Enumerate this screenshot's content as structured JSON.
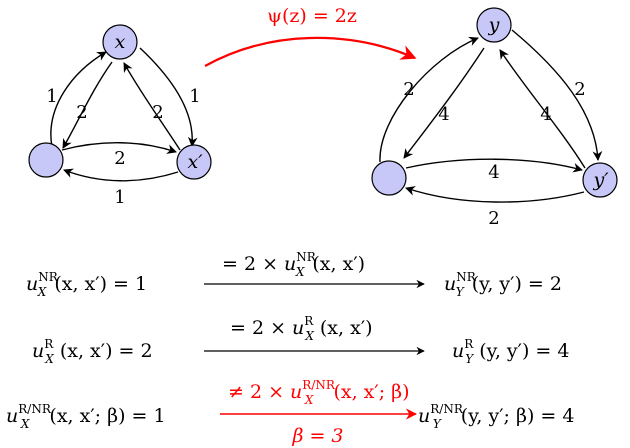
{
  "transform": {
    "label": "ψ(z) = 2z",
    "color": "#ff0000"
  },
  "graph_x": {
    "nodes": {
      "top": "x",
      "left": "",
      "right": "x′"
    },
    "edges": {
      "left_to_top": "1",
      "top_to_left": "2",
      "top_to_right": "1",
      "right_to_top": "2",
      "left_to_right": "2",
      "right_to_left": "1"
    }
  },
  "graph_y": {
    "nodes": {
      "top": "y",
      "left": "",
      "right": "y′"
    },
    "edges": {
      "left_to_top": "2",
      "top_to_left": "4",
      "top_to_right": "2",
      "right_to_top": "4",
      "left_to_right": "4",
      "right_to_left": "2"
    }
  },
  "colors": {
    "node_fill": "#c8c8f8",
    "red": "#ff0000",
    "ink": "#000000"
  },
  "equations": [
    {
      "lhs_sym": "u",
      "lhs_sup": "NR",
      "lhs_sub": "X",
      "lhs_args": "(x, x′) = 1",
      "arrow_top": "= 2 × ",
      "arrow_top_sym": "u",
      "arrow_top_sup": "NR",
      "arrow_top_sub": "X",
      "arrow_top_args": "(x, x′)",
      "arrow_bottom": "",
      "rhs_sym": "u",
      "rhs_sup": "NR",
      "rhs_sub": "Y",
      "rhs_args": "(y, y′) = 2"
    },
    {
      "lhs_sym": "u",
      "lhs_sup": "R",
      "lhs_sub": "X",
      "lhs_args": "(x, x′) = 2",
      "arrow_top": "= 2 × ",
      "arrow_top_sym": "u",
      "arrow_top_sup": "R",
      "arrow_top_sub": "X",
      "arrow_top_args": "(x, x′)",
      "arrow_bottom": "",
      "rhs_sym": "u",
      "rhs_sup": "R",
      "rhs_sub": "Y",
      "rhs_args": "(y, y′) = 4"
    },
    {
      "lhs_sym": "u",
      "lhs_sup": "R/NR",
      "lhs_sub": "X",
      "lhs_args": "(x, x′; β) = 1",
      "arrow_top": "≠ 2 × ",
      "arrow_top_sym": "u",
      "arrow_top_sup": "R/NR",
      "arrow_top_sub": "X",
      "arrow_top_args": "(x, x′; β)",
      "arrow_bottom": "β = 3",
      "rhs_sym": "u",
      "rhs_sup": "R/NR",
      "rhs_sub": "Y",
      "rhs_args": "(y, y′; β) = 4"
    }
  ]
}
